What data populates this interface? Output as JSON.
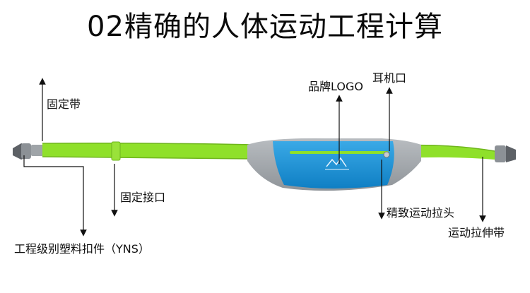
{
  "title": "02精确的人体运动工程计算",
  "labels": {
    "fixing_strap": "固定带",
    "fixing_joint": "固定接口",
    "plastic_buckle": "工程级别塑料扣件（YNS）",
    "brand_logo": "品牌LOGO",
    "earphone_port": "耳机口",
    "zipper_pull": "精致运动拉头",
    "stretch_strap": "运动拉伸带"
  },
  "colors": {
    "strap_green": "#8fe02a",
    "strap_edge": "#6fb51d",
    "pouch_blue": "#1b95d8",
    "pouch_gray": "#a5a9ad",
    "buckle_gray": "#8c9196"
  }
}
